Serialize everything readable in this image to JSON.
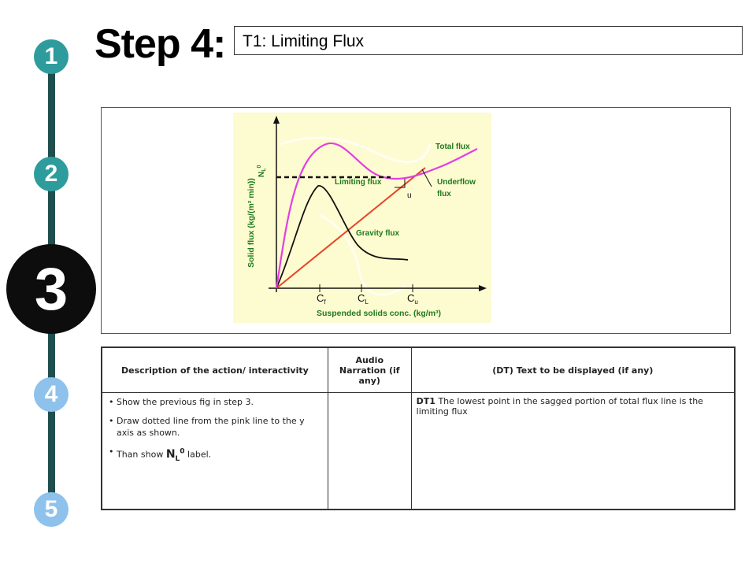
{
  "nav": {
    "steps": [
      "1",
      "2",
      "3",
      "4",
      "5"
    ],
    "current": "3"
  },
  "header": {
    "step_title": "Step 4:",
    "topic": "T1: Limiting Flux"
  },
  "figure": {
    "x_axis_label": "Suspended solids conc. (kg/m³)",
    "y_axis_label": "Solid flux (kg/(m² min))",
    "x_ticks": {
      "cf": "C",
      "cf_sub": "f",
      "cl": "C",
      "cl_sub": "L",
      "cu": "C",
      "cu_sub": "u"
    },
    "nl0": {
      "main": "N",
      "sub": "L",
      "sup": "0"
    },
    "labels": {
      "total_flux": "Total flux",
      "limiting_flux": "Limiting flux",
      "underflow_1": "Underflow",
      "underflow_2": "flux",
      "gravity_flux": "Gravity flux",
      "u": "u"
    },
    "colors": {
      "background": "#fdfbd0",
      "total": "#e23fe3",
      "underflow": "#e8442a",
      "gravity": "#111111",
      "text": "#1e7a1e"
    }
  },
  "table": {
    "headers": {
      "description": "Description of the action/ interactivity",
      "audio": "Audio Narration (if any)",
      "display": "(DT) Text to be displayed (if any)"
    },
    "actions": [
      "Show the previous fig in step 3.",
      "Draw dotted line from the pink line to the y axis as shown."
    ],
    "last_action": {
      "before": "Than show ",
      "n": "N",
      "sub": "L",
      "sup": "0",
      "after": " label."
    },
    "audio": "",
    "display": {
      "code": "DT1",
      "text": " The lowest point in the sagged portion of total flux line is the limiting  flux"
    }
  }
}
